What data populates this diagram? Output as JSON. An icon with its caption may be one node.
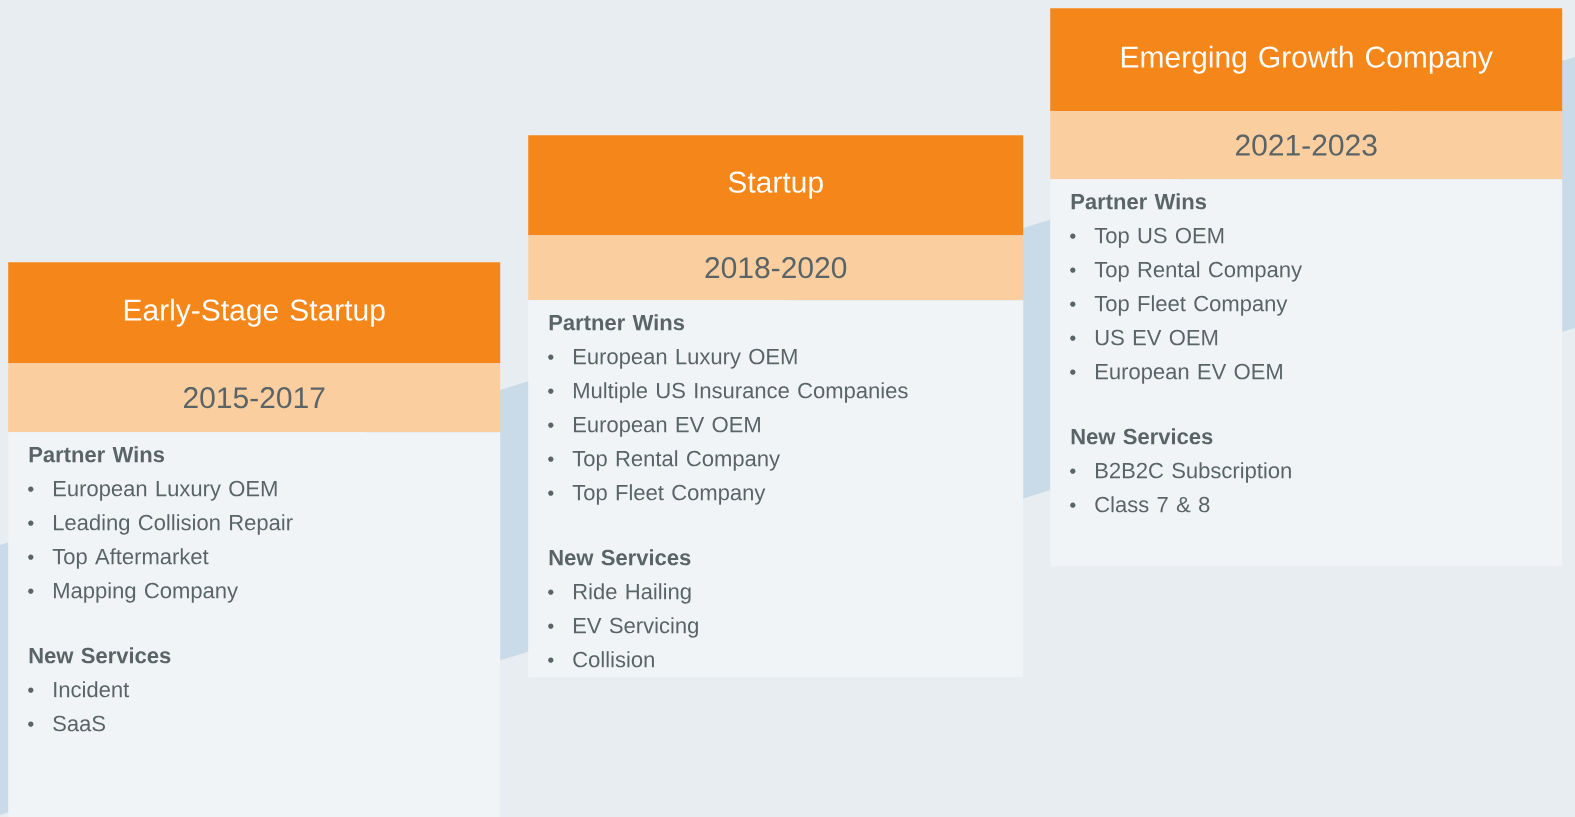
{
  "diagram": {
    "nodes": [
      {
        "text": [
          "Early-Stage Startup"
        ]
      },
      {
        "text": [
          "2015-2017"
        ]
      },
      {
        "text": [
          "Partner Wins",
          "European Luxury OEM",
          "Leading Collision Repair",
          "Top Aftermarket",
          "Mapping Company",
          "New Services",
          "Incident",
          "SaaS"
        ]
      },
      {
        "text": [
          "Startup"
        ]
      },
      {
        "text": [
          "2018-2020"
        ]
      },
      {
        "text": [
          "Partner Wins",
          "European Luxury OEM",
          "Multiple US Insurance Companies",
          "European EV OEM",
          "Top Rental Company",
          "Top Fleet Company",
          "New Services",
          "Ride Hailing",
          "EV Servicing",
          "Collision"
        ]
      },
      {
        "text": [
          "Emerging Growth Company"
        ]
      },
      {
        "text": [
          "2021-2023"
        ]
      },
      {
        "text": [
          "Partner Wins",
          "Top US OEM",
          "Top Rental Company",
          "Top Fleet Company",
          "US EV OEM",
          "European EV OEM",
          "New Services",
          "B2B2C Subscription",
          "Class 7 & 8"
        ]
      }
    ]
  }
}
